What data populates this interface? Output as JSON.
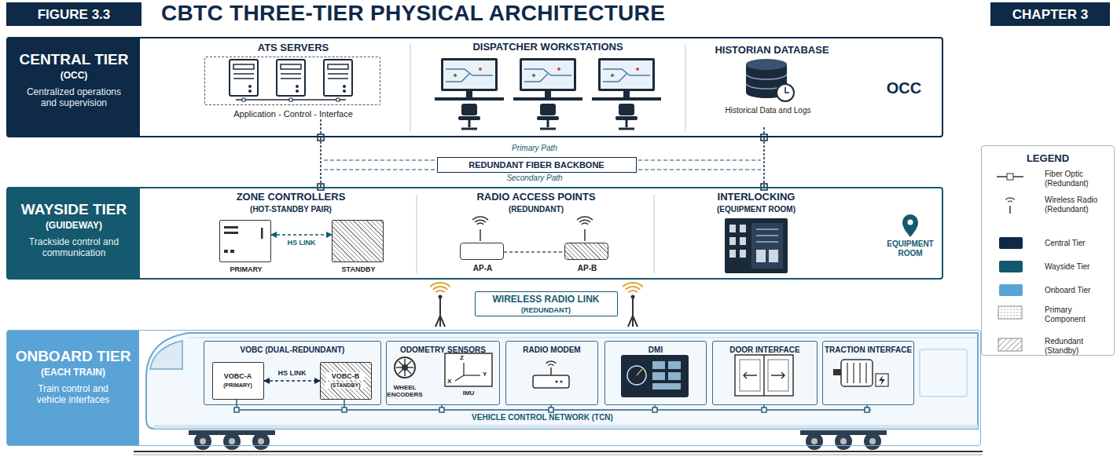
{
  "diagram": {
    "title": "CBTC THREE-TIER PHYSICAL ARCHITECTURE",
    "nodes": [
      {
        "text": [
          "FIGURE 3.3"
        ]
      },
      {
        "text": [
          "CHAPTER 3"
        ]
      },
      {
        "text": [
          "CENTRAL TIER",
          "(OCC)",
          "Centralized operations and supervision",
          "OCC"
        ]
      },
      {
        "text": [
          "ATS SERVERS",
          "Application - Control - Interface"
        ],
        "in": 2
      },
      {
        "text": [
          "REDUNDANT FIBER BACKBONE"
        ]
      },
      {
        "text": [
          "WAYSIDE TIER",
          "(GUIDEWAY)",
          "Trackside control and communication"
        ]
      },
      {
        "text": [
          "PRIMARY"
        ],
        "in": 5
      },
      {
        "text": [
          "STANDBY"
        ],
        "in": 5
      },
      {
        "text": [
          "AP-A"
        ],
        "in": 5
      },
      {
        "text": [
          "AP-B"
        ],
        "in": 5
      },
      {
        "text": [
          "WIRELESS RADIO LINK",
          "(REDUNDANT)"
        ]
      },
      {
        "text": [
          "ONBOARD TIER",
          "(EACH TRAIN)",
          "Train control and vehicle interfaces"
        ]
      },
      {
        "text": [
          "VOBC (DUAL-REDUNDANT)"
        ],
        "in": 11
      },
      {
        "text": [
          "VOBC-A",
          "(PRIMARY)"
        ],
        "in": 12
      },
      {
        "text": [
          "VOBC-B",
          "(STANDBY)"
        ],
        "in": 12
      },
      {
        "text": [
          "ODOMETRY SENSORS"
        ],
        "in": 11
      },
      {
        "text": [
          "RADIO MODEM"
        ],
        "in": 11
      },
      {
        "text": [
          "DMI"
        ],
        "in": 11
      },
      {
        "text": [
          "DOOR INTERFACE"
        ],
        "in": 11
      },
      {
        "text": [
          "TRACTION INTERFACE"
        ],
        "in": 11
      },
      {
        "text": [
          "LEGEND"
        ]
      }
    ],
    "edges": [
      {
        "from": 2,
        "to": 5,
        "arrow": "none"
      },
      {
        "from": 2,
        "to": 5,
        "arrow": "none"
      },
      {
        "from": 6,
        "to": 7,
        "label": "HS LINK",
        "arrow": "both"
      },
      {
        "from": 8,
        "to": 9,
        "arrow": "none"
      },
      {
        "from": 13,
        "to": 14,
        "label": "HS LINK",
        "arrow": "both"
      }
    ],
    "labels": [
      "DISPATCHER WORKSTATIONS",
      "HISTORIAN DATABASE",
      "Historical Data and Logs",
      "Primary Path",
      "Secondary Path",
      "ZONE CONTROLLERS",
      "(HOT-STANDBY PAIR)",
      "RADIO ACCESS POINTS",
      "(REDUNDANT)",
      "INTERLOCKING",
      "(EQUIPMENT ROOM)",
      "EQUIPMENT ROOM",
      "WHEEL ENCODERS",
      "Z",
      "Y",
      "X",
      "IMU",
      "VEHICLE CONTROL NETWORK (TCN)"
    ],
    "legend": [
      {
        "text": "Fiber Optic (Redundant)"
      },
      {
        "text": "Wireless Radio (Redundant)"
      },
      {
        "text": "Central Tier",
        "color": "#0e2a47"
      },
      {
        "text": "Wayside Tier",
        "color": "#15596f"
      },
      {
        "text": "Onboard Tier",
        "color": "#5aa3d6"
      },
      {
        "text": "Primary Component"
      },
      {
        "text": "Redundant (Standby)"
      }
    ]
  }
}
